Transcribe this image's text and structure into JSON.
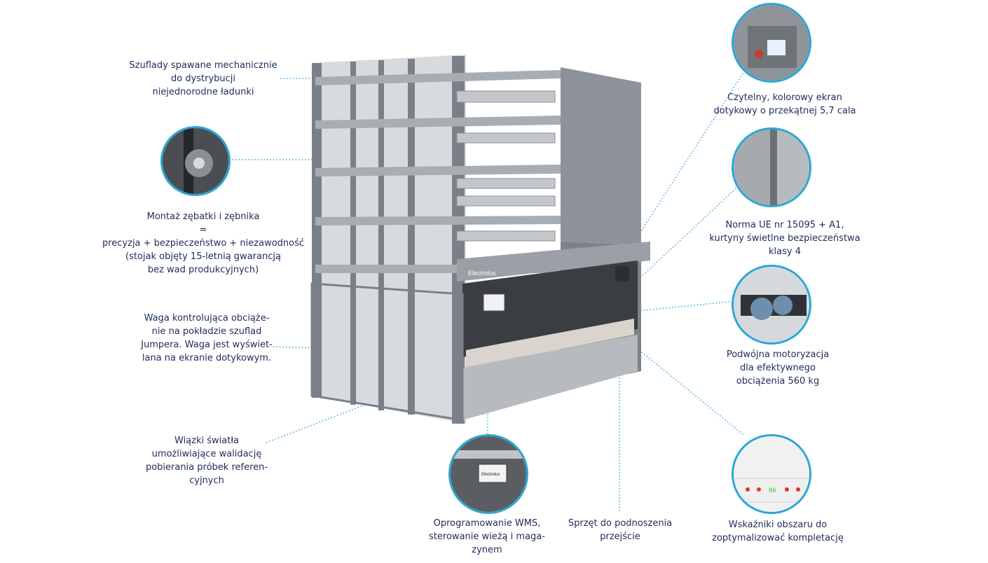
{
  "labels": {
    "drawers": [
      "Szuflady spawane mechanicznie",
      "do dystrybucji",
      "niejednorodne ładunki"
    ],
    "rack": [
      "Montaż zębatki i zębnika",
      "=",
      "precyzja + bezpieczeństwo + niezawodność",
      "(stojak objęty 15-letnią gwarancją",
      "bez wad produkcyjnych)"
    ],
    "scale": [
      "Waga kontrolująca obciąże-",
      "nie na pokładzie szuflad",
      "Jumpera. Waga jest wyświet-",
      "lana na ekranie dotykowym."
    ],
    "light": [
      "Wiązki światła",
      "umożliwiające walidację",
      "pobierania próbek referen-",
      "cyjnych"
    ],
    "wms": [
      "Oprogramowanie WMS,",
      "sterowanie wieżą i maga-",
      "zynem"
    ],
    "lift": [
      "Sprzęt do podnoszenia",
      "przejście"
    ],
    "screen": [
      "Czytelny, kolorowy ekran",
      "dotykowy o przekątnej 5,7 cala"
    ],
    "curtain": [
      "Norma UE nr 15095 + A1,",
      "kurtyny świetlne bezpieczeństwa",
      "klasy 4"
    ],
    "motor": [
      "Podwójna motoryzacja",
      "dla efektywnego",
      "obciążenia 560 kg"
    ],
    "indicators": [
      "Wskaźniki obszaru do",
      "zoptymalizować kompletację"
    ]
  },
  "brand": "Electrolux",
  "panel_display": "0b",
  "colors": {
    "text": "#1f2a5a",
    "accent": "#2aa6d6",
    "frame": "#7b8088",
    "panel": "#a5aaaf"
  }
}
